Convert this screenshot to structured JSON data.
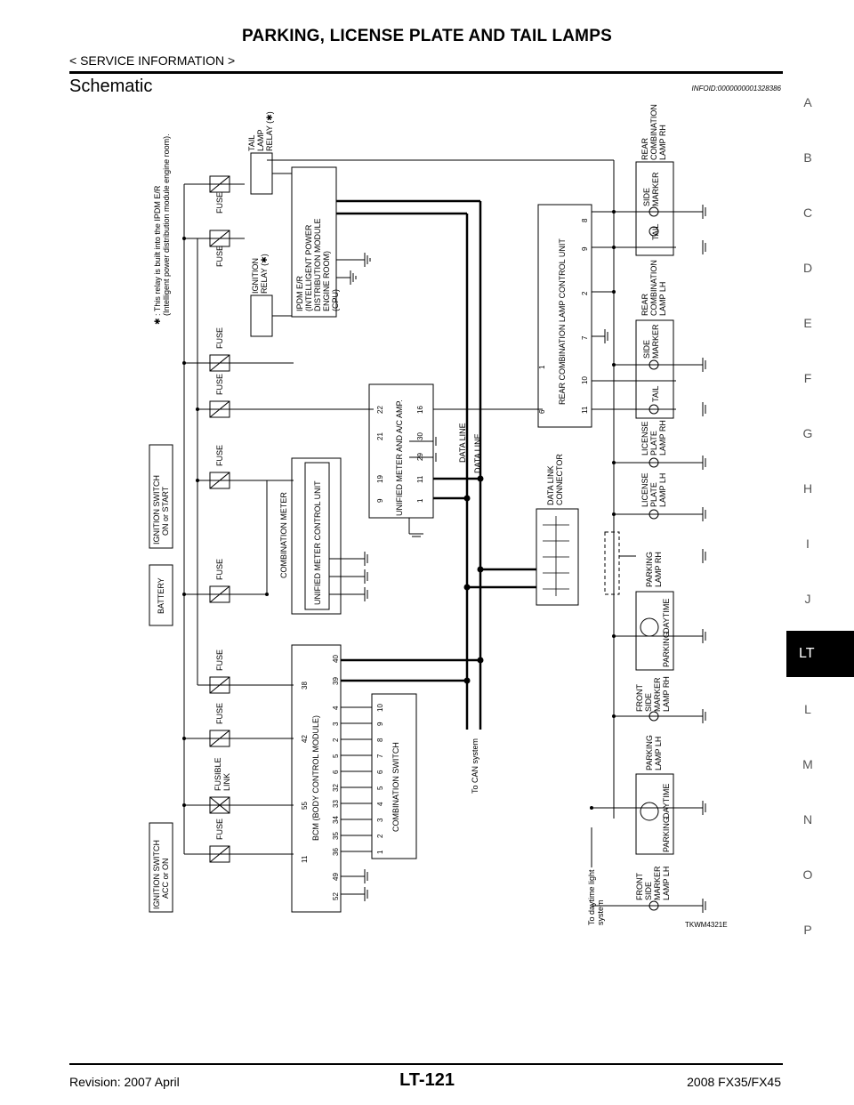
{
  "header": {
    "title": "PARKING, LICENSE PLATE AND TAIL LAMPS",
    "section": "< SERVICE INFORMATION >",
    "heading": "Schematic",
    "info_id": "INFOID:0000000001328386"
  },
  "side_index": {
    "letters": [
      "A",
      "B",
      "C",
      "D",
      "E",
      "F",
      "G",
      "H",
      "I",
      "J",
      "L",
      "M",
      "N",
      "O",
      "P"
    ],
    "active_tab": "LT"
  },
  "diagram": {
    "note_line1": "✱ : This relay is built into the IPDM E/R",
    "note_line2": "(Intelligent power distribution module engine room).",
    "fuse": "FUSE",
    "fusible_link_1": "FUSIBLE",
    "fusible_link_2": "LINK",
    "ign_acc_1": "IGNITION SWITCH",
    "ign_acc_2": "ACC or ON",
    "ign_on_1": "IGNITION SWITCH",
    "ign_on_2": "ON or START",
    "battery": "BATTERY",
    "bcm": "BCM (BODY CONTROL MODULE)",
    "bcm_top_pins": [
      "11",
      "55",
      "42",
      "38"
    ],
    "bcm_bottom_pins": [
      "52",
      "49",
      "36",
      "35",
      "34",
      "33",
      "32",
      "6",
      "5",
      "2",
      "3",
      "4",
      "39",
      "40"
    ],
    "comb_switch": "COMBINATION SWITCH",
    "comb_switch_pins": [
      "1",
      "2",
      "3",
      "4",
      "5",
      "6",
      "7",
      "8",
      "9",
      "10"
    ],
    "comb_meter": "COMBINATION METER",
    "umcu": "UNIFIED METER CONTROL UNIT",
    "umac": "UNIFIED METER AND A/C AMP.",
    "umac_top_pins": [
      "9",
      "19",
      "21",
      "22"
    ],
    "umac_bottom_pins": [
      "1",
      "11",
      "29",
      "30",
      "16"
    ],
    "ipdm_1": "IPDM E/R",
    "ipdm_2": "(INTELLIGENT POWER",
    "ipdm_3": "DISTRIBUTION MODULE",
    "ipdm_4": "ENGINE ROOM)",
    "ipdm_5": "(CPU)",
    "ign_relay_1": "IGNITION",
    "ign_relay_2": "RELAY (✱)",
    "tail_relay_1": "TAIL",
    "tail_relay_2": "LAMP",
    "tail_relay_3": "RELAY (✱)",
    "data_line": "DATA LINE",
    "to_can": "To CAN system",
    "dlc_1": "DATA LINK",
    "dlc_2": "CONNECTOR",
    "rear_ctrl": "REAR COMBINATION LAMP CONTROL UNIT",
    "rear_ctrl_top_pins": [
      "6",
      "1"
    ],
    "rear_ctrl_bottom_pins": [
      "11",
      "10",
      "7",
      "2",
      "9",
      "8"
    ],
    "side_marker": "SIDE",
    "side_marker_2": "MARKER",
    "tail": "TAIL",
    "rear_comb_rh": [
      "REAR",
      "COMBINATION",
      "LAMP RH"
    ],
    "rear_comb_lh": [
      "REAR",
      "COMBINATION",
      "LAMP LH"
    ],
    "license_rh": [
      "LICENSE",
      "PLATE",
      "LAMP RH"
    ],
    "license_lh": [
      "LICENSE",
      "PLATE",
      "LAMP LH"
    ],
    "parking_rh": [
      "PARKING",
      "LAMP RH"
    ],
    "parking_lh": [
      "PARKING",
      "LAMP LH"
    ],
    "front_side_rh": [
      "FRONT",
      "SIDE",
      "MARKER",
      "LAMP RH"
    ],
    "front_side_lh": [
      "FRONT",
      "SIDE",
      "MARKER",
      "LAMP LH"
    ],
    "parking": "PARKING",
    "daytime": "DAYTIME",
    "to_daytime_1": "To daytime light",
    "to_daytime_2": "system",
    "fig_code": "TKWM4321E"
  },
  "footer": {
    "revision": "Revision: 2007 April",
    "page": "LT-121",
    "model": "2008 FX35/FX45"
  }
}
